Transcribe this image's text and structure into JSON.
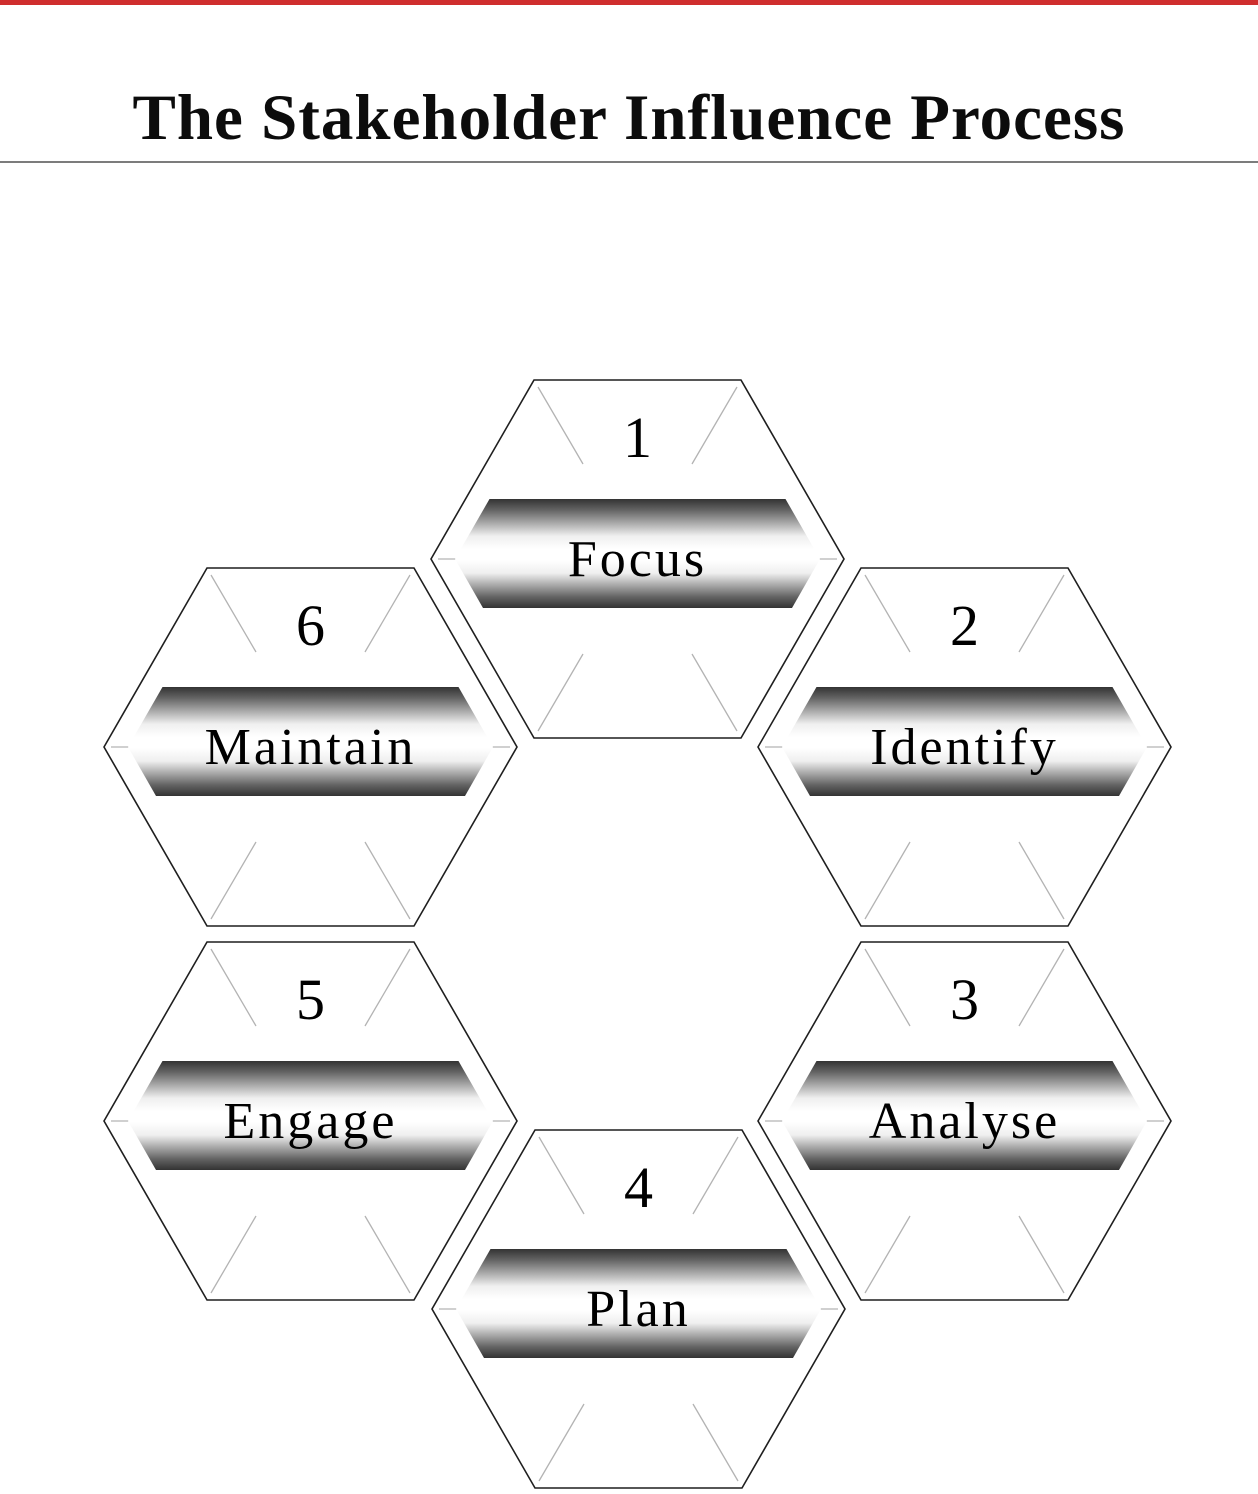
{
  "page": {
    "title": "The Stakeholder Influence Process",
    "top_bar_color": "#cf2e2e",
    "background_color": "#ffffff",
    "divider_color": "#7c7c7c"
  },
  "diagram": {
    "type": "hexagon-process-cycle",
    "steps": [
      {
        "number": "1",
        "label": "Focus"
      },
      {
        "number": "2",
        "label": "Identify"
      },
      {
        "number": "3",
        "label": "Analyse"
      },
      {
        "number": "4",
        "label": "Plan"
      },
      {
        "number": "5",
        "label": "Engage"
      },
      {
        "number": "6",
        "label": "Maintain"
      }
    ],
    "colors": {
      "hexagon_outline": "#1f1f1f",
      "facet_lines": "#b3b3b3",
      "band_dark": "#333333",
      "band_light": "#ffffff",
      "label_text": "#000000"
    }
  }
}
